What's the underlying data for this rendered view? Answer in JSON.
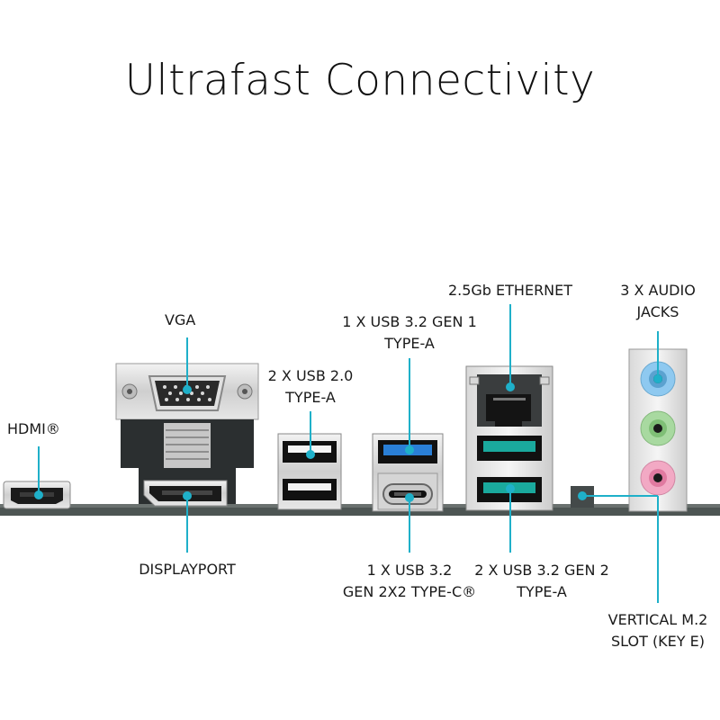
{
  "title": "Ultrafast Connectivity",
  "accent_color": "#1fb0c9",
  "labels": {
    "hdmi": "HDMI®",
    "vga": "VGA",
    "usb20": [
      "2 X USB 2.0",
      "TYPE-A"
    ],
    "usb32g1": [
      "1 X USB 3.2 GEN 1",
      "TYPE-A"
    ],
    "ethernet": "2.5Gb ETHERNET",
    "audio": [
      "3 X AUDIO",
      "JACKS"
    ],
    "displayport": "DISPLAYPORT",
    "usb32c": [
      "1 X USB 3.2",
      "GEN 2X2 TYPE-C®"
    ],
    "usb32g2": [
      "2 X USB 3.2 GEN 2",
      "TYPE-A"
    ],
    "m2": [
      "VERTICAL M.2",
      "SLOT (KEY E)"
    ]
  }
}
